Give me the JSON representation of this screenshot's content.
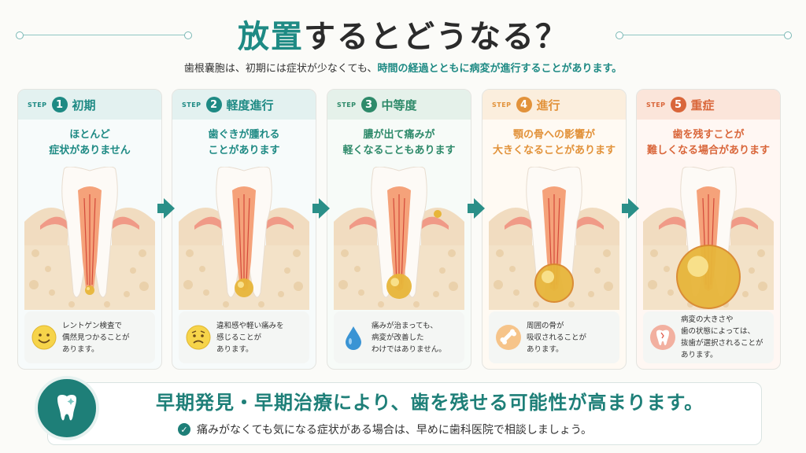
{
  "title": {
    "highlight": "放置",
    "rest": "するとどうなる？"
  },
  "subtitle": {
    "part1": "歯根嚢胞は、初期には症状が少なくても、",
    "highlight": "時間の経過とともに病変が進行することがあります。"
  },
  "step_label": "STEP",
  "steps": [
    {
      "num": "1",
      "name": "初期",
      "desc1": "ほとんど",
      "desc2": "症状がありません",
      "note1": "レントゲン検査で",
      "note2": "偶然見つかることが",
      "note3": "あります。",
      "icon": "smile-icon",
      "head_bg": "#e3f1f0",
      "accent": "#1e8a84",
      "card_bg": "#f7fbfb"
    },
    {
      "num": "2",
      "name": "軽度進行",
      "desc1": "歯ぐきが腫れる",
      "desc2": "ことがあります",
      "note1": "違和感や軽い痛みを",
      "note2": "感じることが",
      "note3": "あります。",
      "icon": "worried-face-icon",
      "head_bg": "#e3f1f0",
      "accent": "#1e8a84",
      "card_bg": "#f7fbfb"
    },
    {
      "num": "3",
      "name": "中等度",
      "desc1": "膿が出て痛みが",
      "desc2": "軽くなることもあります",
      "note1": "痛みが治まっても、",
      "note2": "病変が改善した",
      "note3": "わけではありません。",
      "icon": "droplet-icon",
      "head_bg": "#e5f1ea",
      "accent": "#2e8a6a",
      "card_bg": "#f7fbf8"
    },
    {
      "num": "4",
      "name": "進行",
      "desc1": "顎の骨への影響が",
      "desc2": "大きくなることがあります",
      "note1": "周囲の骨が",
      "note2": "吸収されることが",
      "note3": "あります。",
      "icon": "bone-icon",
      "head_bg": "#fbeedd",
      "accent": "#e2923a",
      "card_bg": "#fffaf3"
    },
    {
      "num": "5",
      "name": "重症",
      "desc1": "歯を残すことが",
      "desc2": "難しくなる場合があります",
      "note1": "病変の大きさや",
      "note2": "歯の状態によっては、",
      "note3": "抜歯が選択されることが",
      "note4": "あります。",
      "icon": "tooth-icon",
      "head_bg": "#fbe5da",
      "accent": "#d9663a",
      "card_bg": "#fff7f3"
    }
  ],
  "bottom": {
    "main": "早期発見・早期治療により、歯を残せる可能性が高まります。",
    "sub": "痛みがなくても気になる症状がある場合は、早めに歯科医院で相談しましょう。"
  }
}
